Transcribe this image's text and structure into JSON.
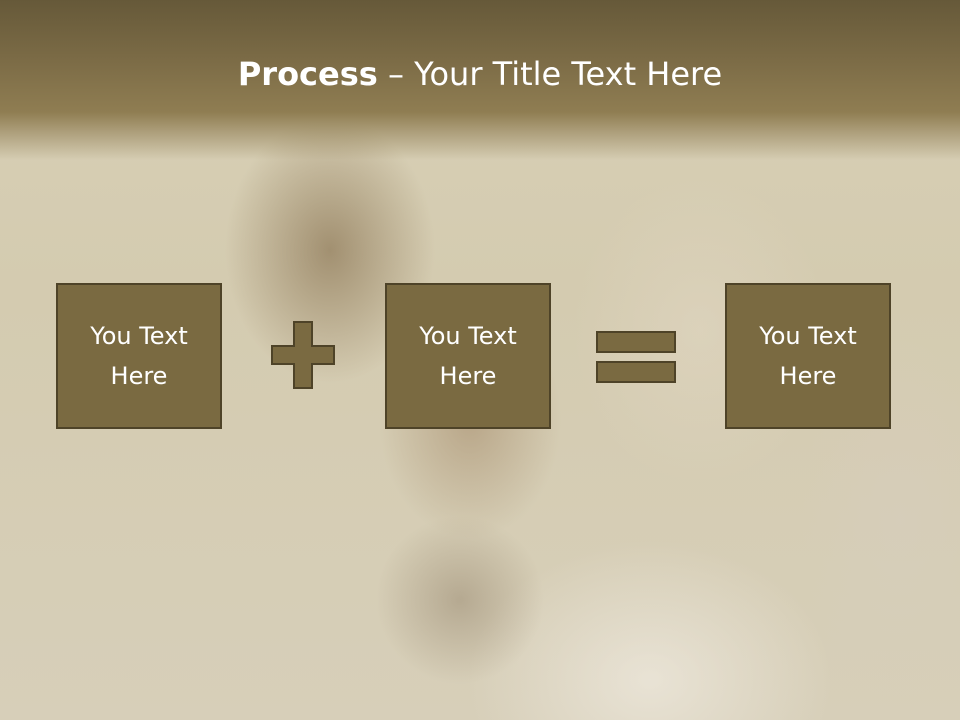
{
  "title": {
    "bold": "Process",
    "rest": " – Your Title Text Here"
  },
  "boxes": [
    {
      "label": "You Text\nHere"
    },
    {
      "label": "You Text\nHere"
    },
    {
      "label": "You Text\nHere"
    }
  ],
  "operators": {
    "first": "plus-icon",
    "second": "equals-icon"
  },
  "colors": {
    "box_fill": "#7a6a41",
    "box_border": "#4e4328",
    "title_band": "#7a6a45",
    "text": "#ffffff"
  }
}
